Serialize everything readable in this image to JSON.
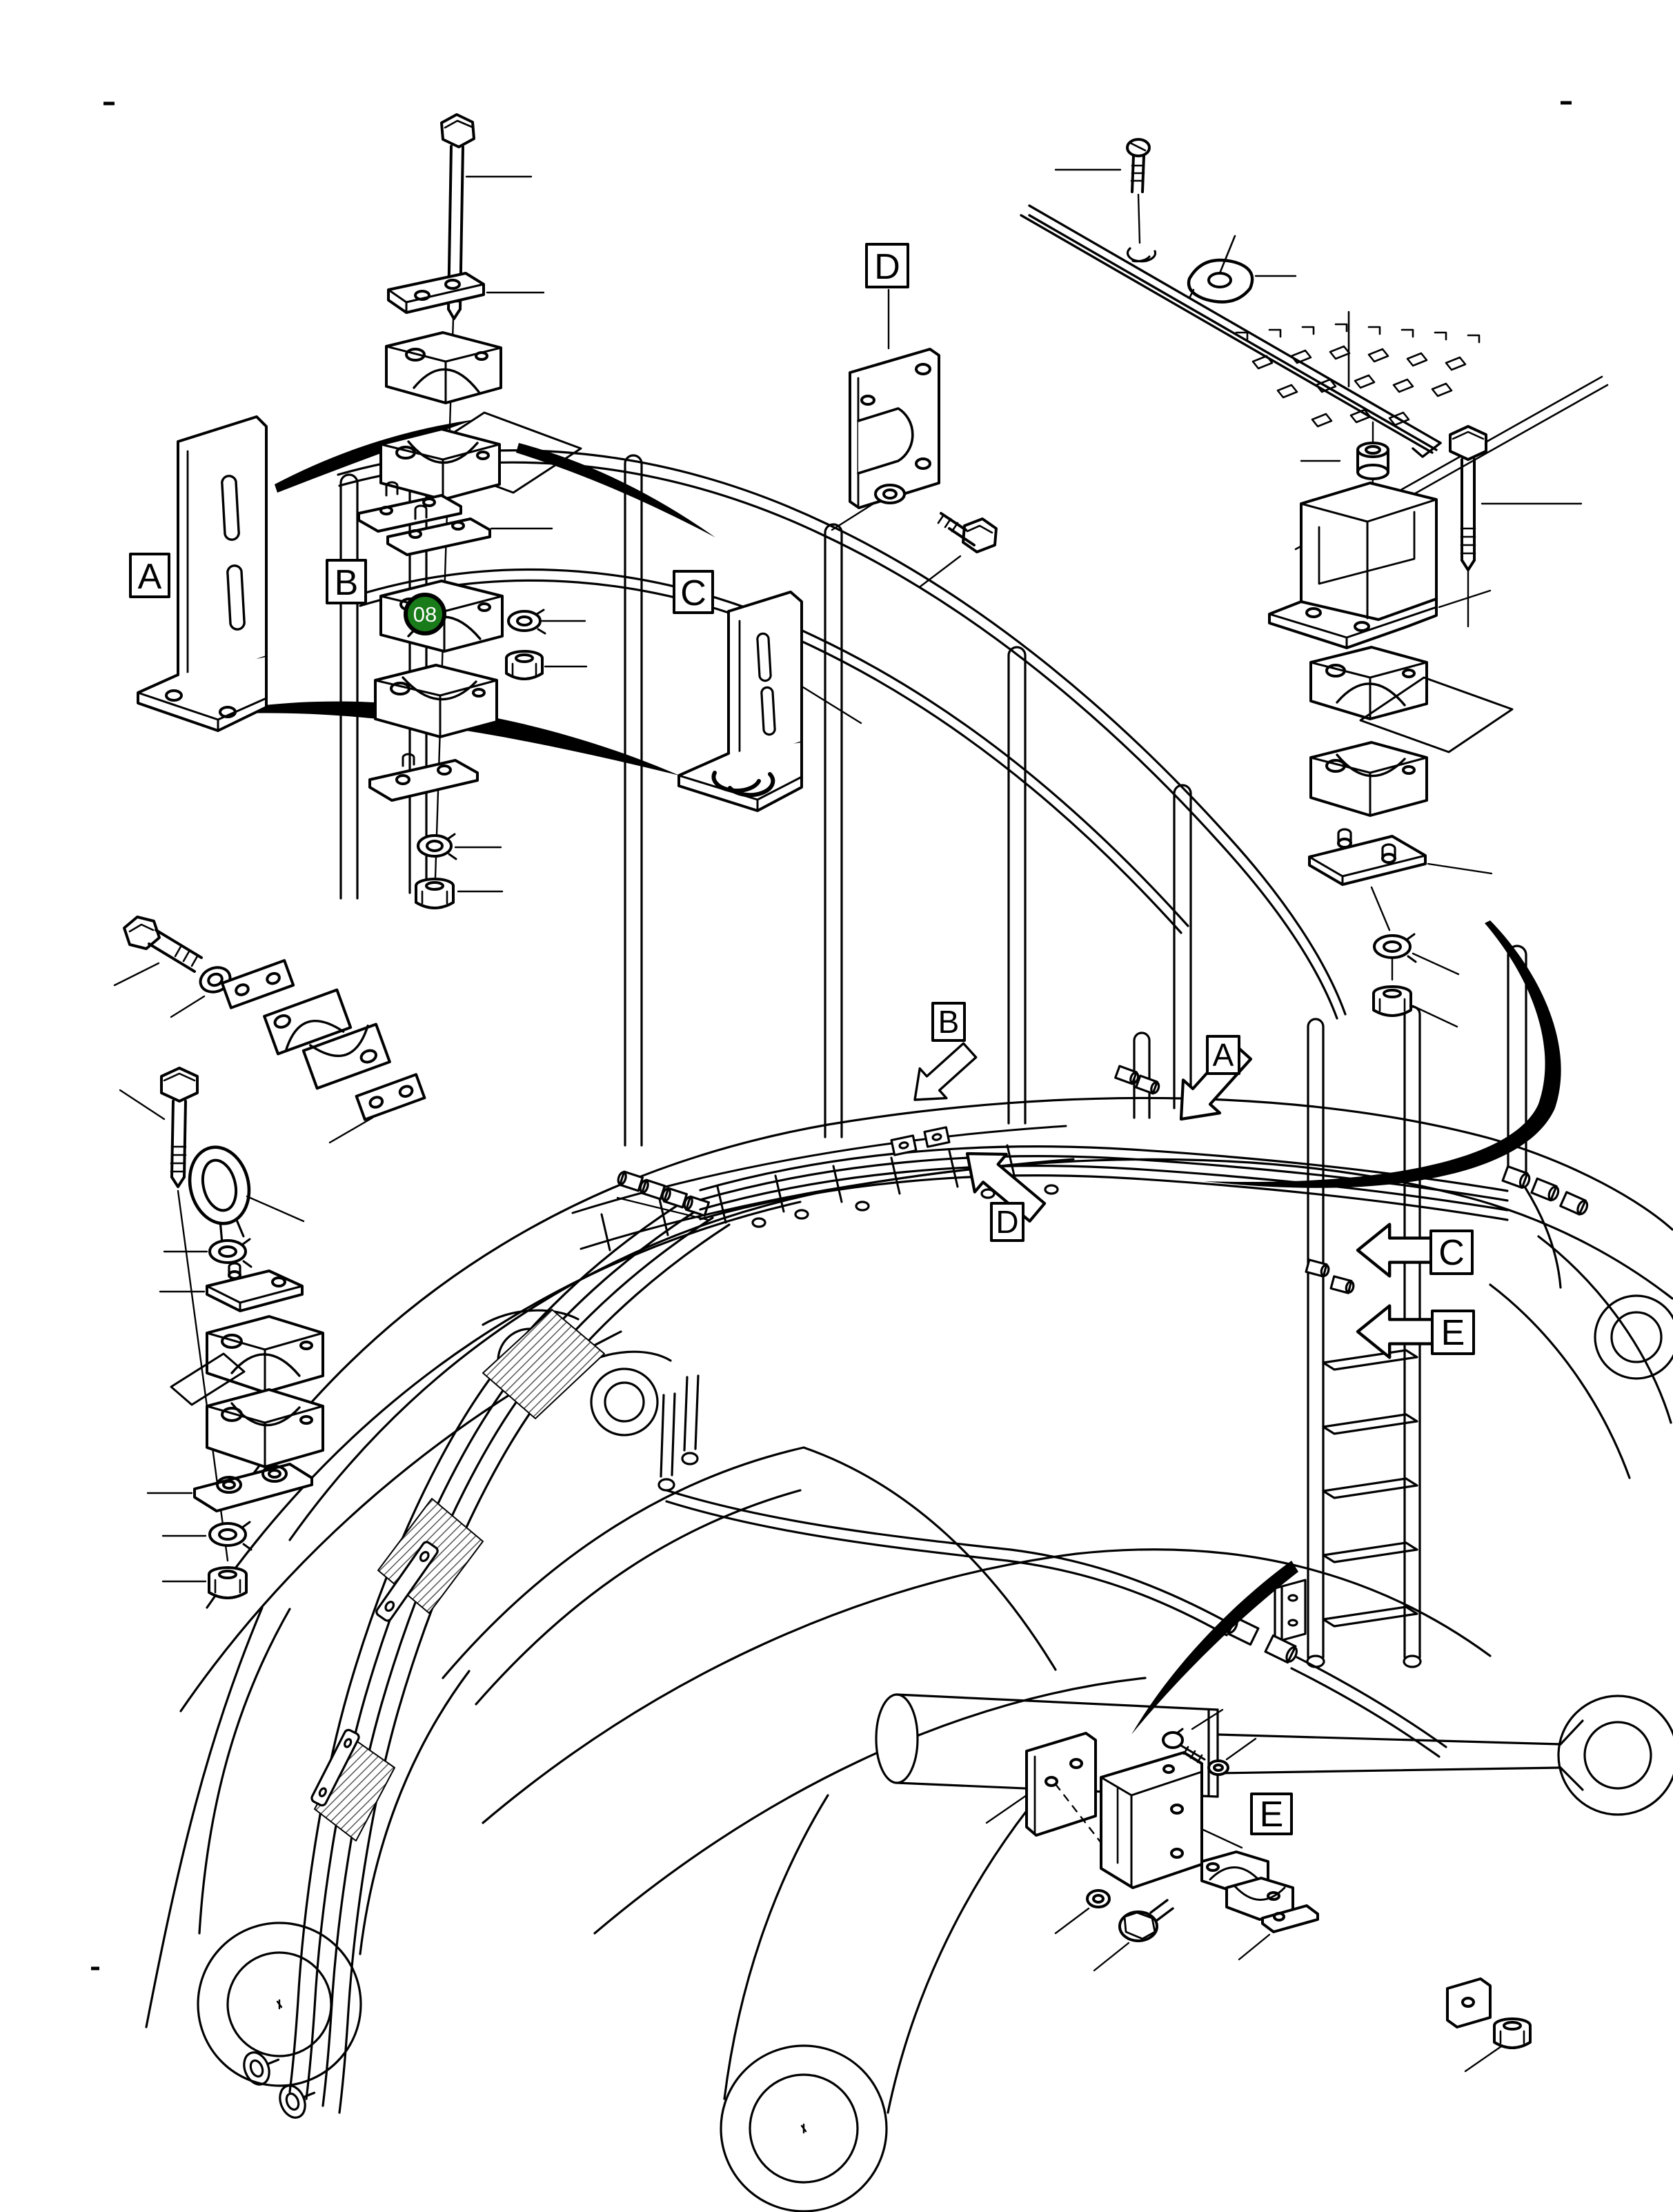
{
  "page": {
    "background": "#ffffff",
    "ink": "#000000"
  },
  "diagram": {
    "kind": "exploded-parts-line-drawing",
    "subject": "excavator boom hydraulic line clamp installation"
  },
  "badge": {
    "number": "08",
    "fill": "#1a7b1a",
    "ring": "#000000",
    "text_color": "#ffffff"
  },
  "callouts": {
    "top_a": "A",
    "top_b": "B",
    "top_c": "C",
    "top_d": "D",
    "boom_a": "A",
    "boom_b": "B",
    "boom_c": "C",
    "boom_d": "D",
    "boom_e": "E",
    "bottom_e": "E"
  }
}
